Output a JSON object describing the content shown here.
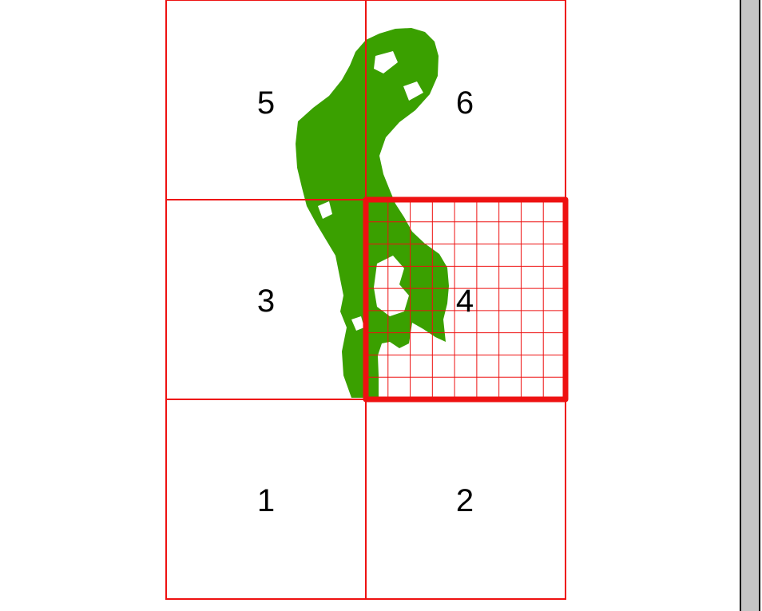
{
  "colors": {
    "grid_line": "#ee1111",
    "landmass": "#3aa000",
    "label_text": "#000000",
    "scrollbar_track": "#c4c4c4",
    "background": "#ffffff"
  },
  "map": {
    "tiles": [
      {
        "id": "tile-1",
        "label": "1",
        "selected": false
      },
      {
        "id": "tile-2",
        "label": "2",
        "selected": false
      },
      {
        "id": "tile-3",
        "label": "3",
        "selected": false
      },
      {
        "id": "tile-4",
        "label": "4",
        "selected": true,
        "subgrid": {
          "columns": 9,
          "rows": 9
        }
      },
      {
        "id": "tile-5",
        "label": "5",
        "selected": false
      },
      {
        "id": "tile-6",
        "label": "6",
        "selected": false
      }
    ],
    "grid": {
      "columns": 2,
      "rows": 3
    },
    "icons": {
      "landmass": "island-landmass-shape"
    }
  }
}
